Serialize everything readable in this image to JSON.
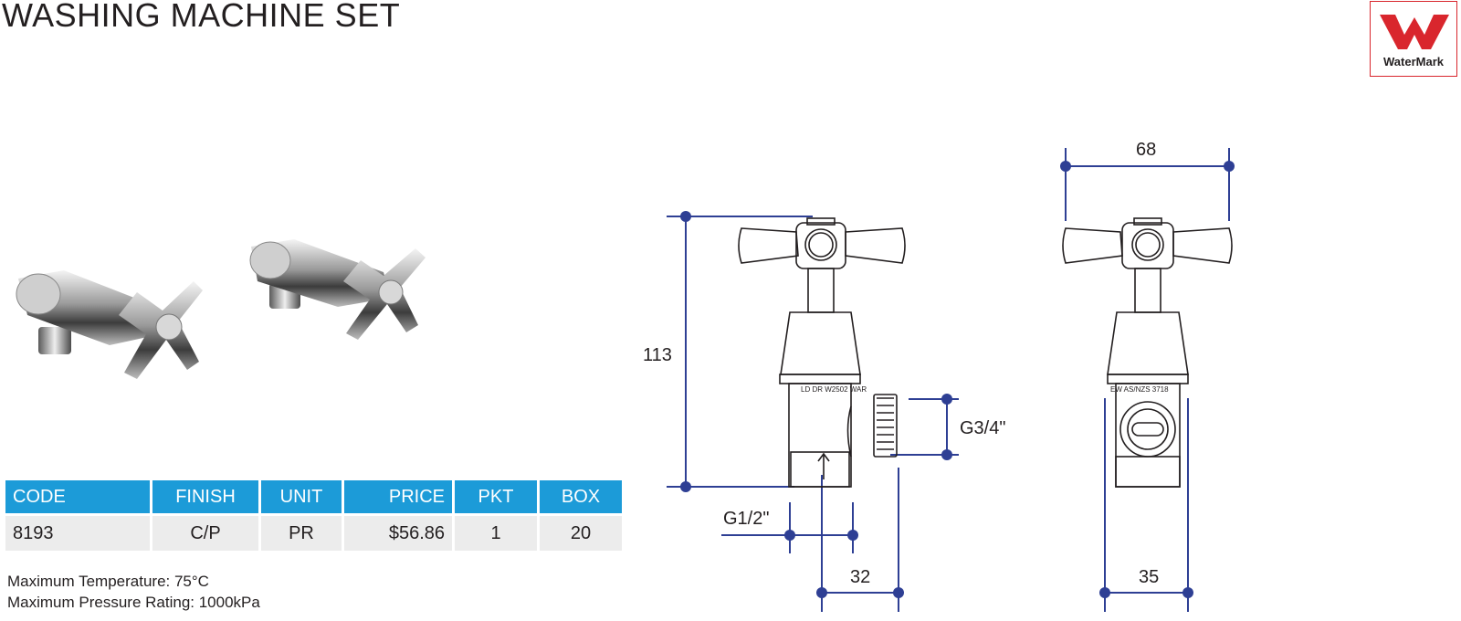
{
  "title": "WASHING MACHINE SET",
  "logo": {
    "text": "WaterMark",
    "accent": "#d9262d"
  },
  "table": {
    "headers": [
      "CODE",
      "FINISH",
      "UNIT",
      "PRICE",
      "PKT",
      "BOX"
    ],
    "row": [
      "8193",
      "C/P",
      "PR",
      "$56.86",
      "1",
      "20"
    ],
    "header_color": "#1c9bd8"
  },
  "notes": {
    "max_temp": "Maximum Temperature: 75°C",
    "max_pressure": "Maximum Pressure Rating: 1000kPa"
  },
  "drawing": {
    "dim_height": "113",
    "dim_outlet": "G3/4\"",
    "dim_inlet": "G1/2\"",
    "dim_depth": "32",
    "dim_width_top": "68",
    "dim_width_body": "35",
    "side_marking": "LD DR W2502 WAR",
    "front_marking": "EW AS/NZS 3718",
    "dimension_color": "#2e3f94"
  }
}
